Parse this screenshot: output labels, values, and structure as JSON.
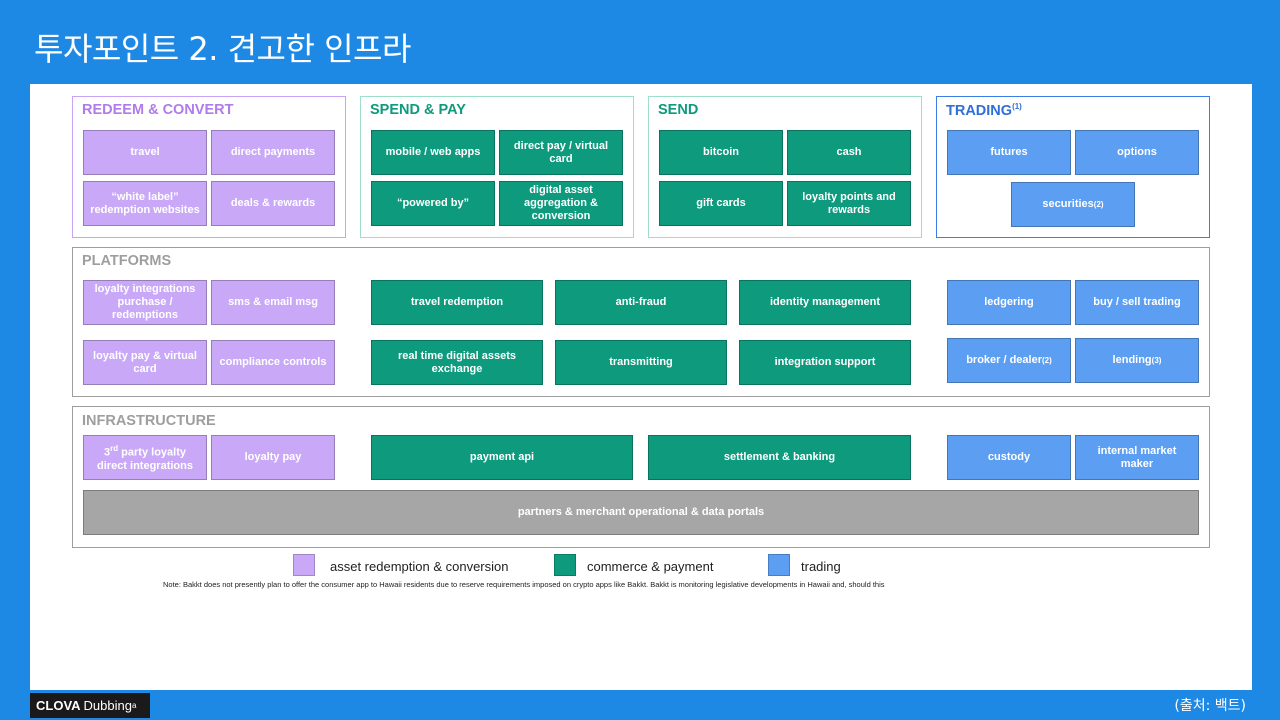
{
  "slide_title": "투자포인트 2. 견고한 인프라",
  "sections": {
    "redeem": {
      "title": "REDEEM & CONVERT",
      "color": "#B07BEA",
      "tiles": [
        "travel",
        "direct payments",
        "“white label” redemption websites",
        "deals & rewards"
      ]
    },
    "spend": {
      "title": "SPEND & PAY",
      "color": "#0E9A7D",
      "tiles": [
        "mobile / web apps",
        "direct pay / virtual card",
        "“powered by”",
        "digital asset aggregation & conversion"
      ]
    },
    "send": {
      "title": "SEND",
      "color": "#0E9A7D",
      "tiles": [
        "bitcoin",
        "cash",
        "gift cards",
        "loyalty points and rewards"
      ]
    },
    "trading": {
      "title": "TRADING",
      "title_sup": "(1)",
      "color": "#2F6FD6",
      "tiles": [
        "futures",
        "options",
        "securities"
      ],
      "securities_sup": "(2)"
    },
    "platforms": {
      "title": "PLATFORMS",
      "color": "#9E9E9E",
      "purple": [
        "loyalty integrations purchase / redemptions",
        "sms & email msg",
        "loyalty pay & virtual card",
        "compliance controls"
      ],
      "green": [
        "travel redemption",
        "anti-fraud",
        "identity management",
        "real time digital assets exchange",
        "transmitting",
        "integration support"
      ],
      "blue": [
        "ledgering",
        "buy / sell trading",
        "broker / dealer",
        "lending"
      ],
      "broker_sup": "(2)",
      "lending_sup": "(3)"
    },
    "infrastructure": {
      "title": "INFRASTRUCTURE",
      "color": "#9E9E9E",
      "purple_1_pre": "3",
      "purple_1_sup": "rd",
      "purple_1_post": " party loyalty direct integrations",
      "purple_2": "loyalty pay",
      "green": [
        "payment api",
        "settlement & banking"
      ],
      "blue": [
        "custody",
        "internal market maker"
      ],
      "portal": "partners & merchant operational & data portals"
    }
  },
  "legend": [
    {
      "label": "asset redemption & conversion",
      "color": "#C9A9F7"
    },
    {
      "label": "commerce & payment",
      "color": "#0E9A7D"
    },
    {
      "label": "trading",
      "color": "#5B9EF2"
    }
  ],
  "note": "Note: Bakkt does not presently plan to offer the consumer app to Hawaii residents due to reserve requirements imposed on crypto apps like Bakkt.  Bakkt is monitoring legislative developments in Hawaii and, should this",
  "footer": {
    "logo_bold": "CLOVA",
    "logo_rest": "Dubbing",
    "logo_mark": "a",
    "source": "(출처: 백트)"
  }
}
